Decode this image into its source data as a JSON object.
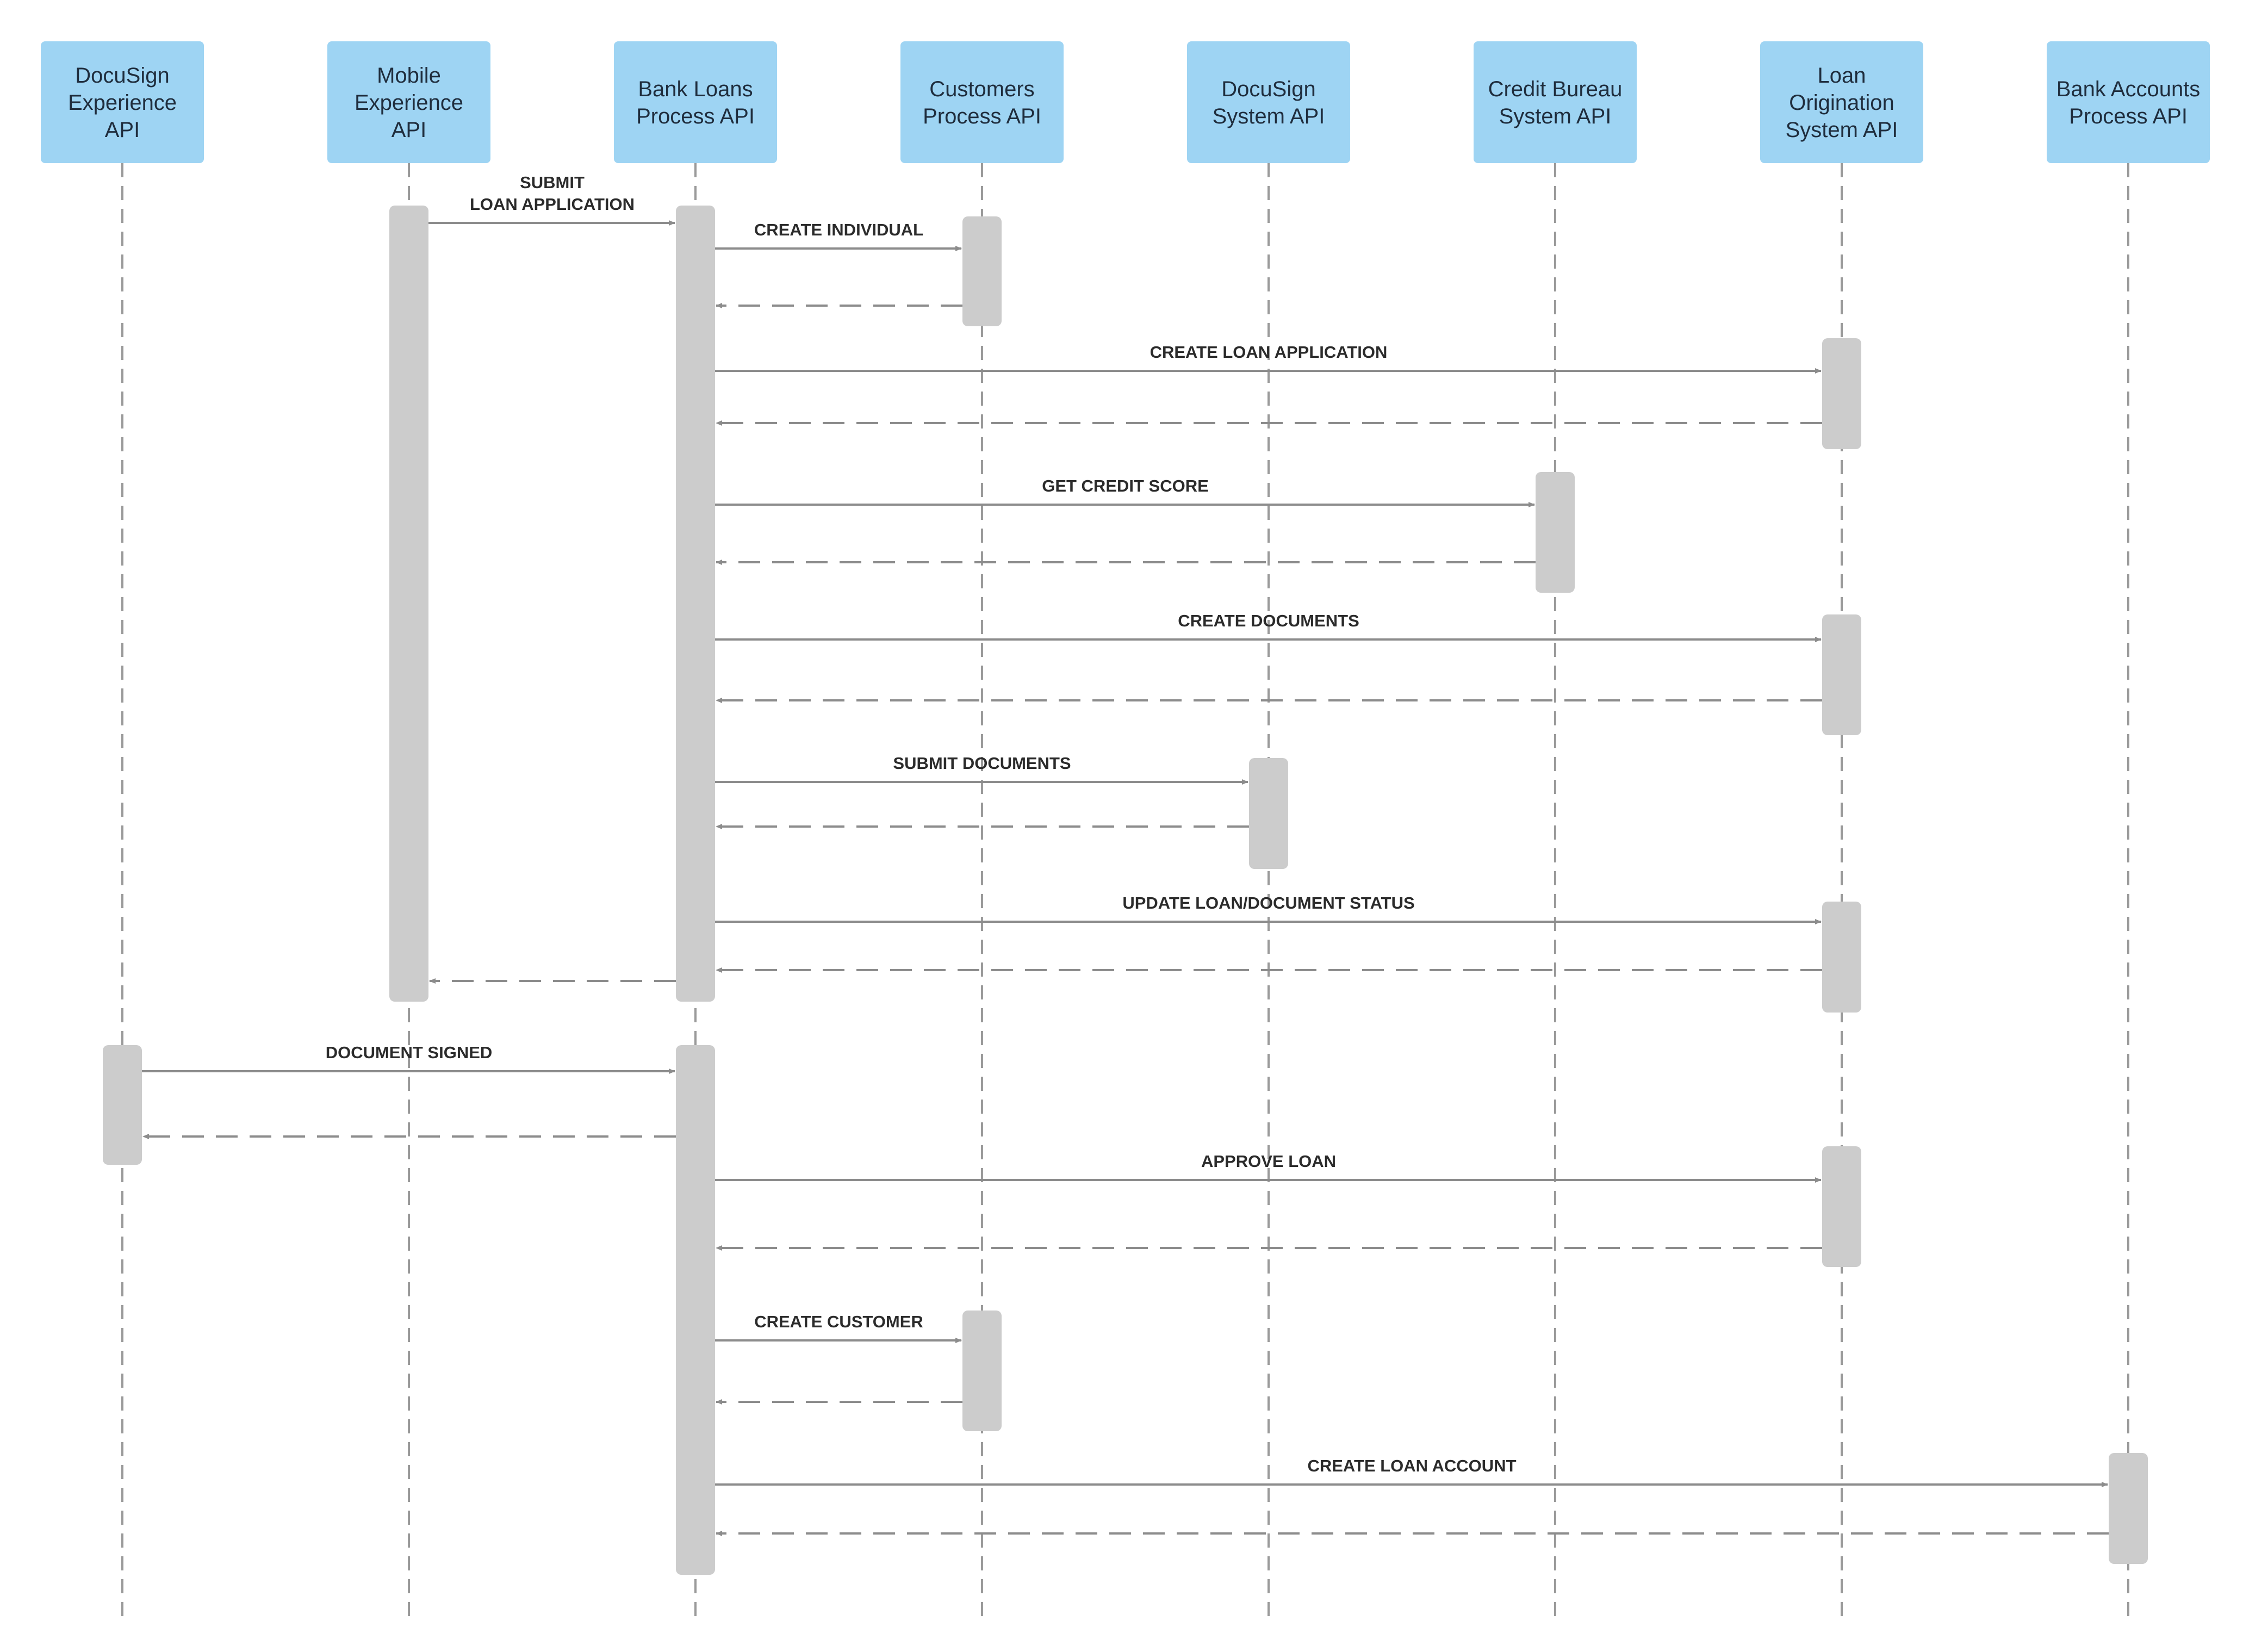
{
  "colors": {
    "participant_fill": "#9ed4f3",
    "participant_text": "#1f2d3d",
    "activation_fill": "#cccccc",
    "lifeline": "#9a9a9a",
    "arrow": "#8c8c8c",
    "label": "#2b2b2b"
  },
  "participants": [
    {
      "id": "docusign-exp",
      "lines": [
        "DocuSign",
        "Experience",
        "API"
      ]
    },
    {
      "id": "mobile-exp",
      "lines": [
        "Mobile",
        "Experience",
        "API"
      ]
    },
    {
      "id": "bank-loans",
      "lines": [
        "Bank Loans",
        "Process API"
      ]
    },
    {
      "id": "customers",
      "lines": [
        "Customers",
        "Process API"
      ]
    },
    {
      "id": "docusign-sys",
      "lines": [
        "DocuSign",
        "System API"
      ]
    },
    {
      "id": "credit-bureau",
      "lines": [
        "Credit Bureau",
        "System API"
      ]
    },
    {
      "id": "loan-origination",
      "lines": [
        "Loan",
        "Origination",
        "System API"
      ]
    },
    {
      "id": "bank-accounts",
      "lines": [
        "Bank Accounts",
        "Process API"
      ]
    }
  ],
  "messages": [
    {
      "from": "mobile-exp",
      "to": "bank-loans",
      "kind": "call",
      "lines": [
        "SUBMIT",
        "LOAN APPLICATION"
      ]
    },
    {
      "from": "bank-loans",
      "to": "customers",
      "kind": "call",
      "lines": [
        "CREATE INDIVIDUAL"
      ]
    },
    {
      "from": "customers",
      "to": "bank-loans",
      "kind": "return",
      "lines": []
    },
    {
      "from": "bank-loans",
      "to": "loan-origination",
      "kind": "call",
      "lines": [
        "CREATE LOAN APPLICATION"
      ]
    },
    {
      "from": "loan-origination",
      "to": "bank-loans",
      "kind": "return",
      "lines": []
    },
    {
      "from": "bank-loans",
      "to": "credit-bureau",
      "kind": "call",
      "lines": [
        "GET CREDIT SCORE"
      ]
    },
    {
      "from": "credit-bureau",
      "to": "bank-loans",
      "kind": "return",
      "lines": []
    },
    {
      "from": "bank-loans",
      "to": "loan-origination",
      "kind": "call",
      "lines": [
        "CREATE DOCUMENTS"
      ]
    },
    {
      "from": "loan-origination",
      "to": "bank-loans",
      "kind": "return",
      "lines": []
    },
    {
      "from": "bank-loans",
      "to": "docusign-sys",
      "kind": "call",
      "lines": [
        "SUBMIT DOCUMENTS"
      ]
    },
    {
      "from": "docusign-sys",
      "to": "bank-loans",
      "kind": "return",
      "lines": []
    },
    {
      "from": "bank-loans",
      "to": "loan-origination",
      "kind": "call",
      "lines": [
        "UPDATE LOAN/DOCUMENT STATUS"
      ]
    },
    {
      "from": "loan-origination",
      "to": "bank-loans",
      "kind": "return",
      "lines": []
    },
    {
      "from": "bank-loans",
      "to": "mobile-exp",
      "kind": "return",
      "lines": []
    },
    {
      "from": "docusign-exp",
      "to": "bank-loans",
      "kind": "call",
      "lines": [
        "DOCUMENT SIGNED"
      ]
    },
    {
      "from": "bank-loans",
      "to": "docusign-exp",
      "kind": "return",
      "lines": []
    },
    {
      "from": "bank-loans",
      "to": "loan-origination",
      "kind": "call",
      "lines": [
        "APPROVE LOAN"
      ]
    },
    {
      "from": "loan-origination",
      "to": "bank-loans",
      "kind": "return",
      "lines": []
    },
    {
      "from": "bank-loans",
      "to": "customers",
      "kind": "call",
      "lines": [
        "CREATE CUSTOMER"
      ]
    },
    {
      "from": "customers",
      "to": "bank-loans",
      "kind": "return",
      "lines": []
    },
    {
      "from": "bank-loans",
      "to": "bank-accounts",
      "kind": "call",
      "lines": [
        "CREATE LOAN ACCOUNT"
      ]
    },
    {
      "from": "bank-accounts",
      "to": "bank-loans",
      "kind": "return",
      "lines": []
    }
  ]
}
